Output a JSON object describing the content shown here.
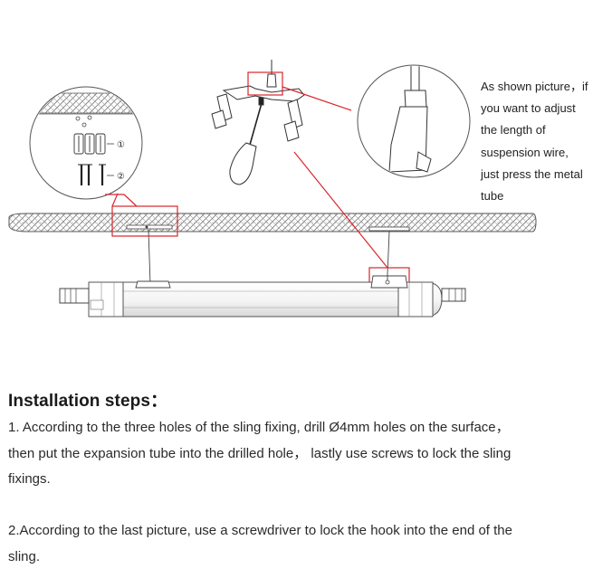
{
  "note": {
    "lines": [
      "As shown picture，if",
      "you want to adjust",
      "the length of",
      "suspension wire,",
      "just press the metal",
      "tube"
    ]
  },
  "callout_markers": [
    "①",
    "②"
  ],
  "installation": {
    "title": "Installation steps：",
    "step1_lines": [
      "1. According to the three holes of the sling fixing, drill Ø4mm holes on the surface，",
      "then put the expansion tube into the drilled hole，  lastly use screws to lock the sling",
      "fixings."
    ],
    "step2_lines": [
      "2.According to the last picture, use a screwdriver to lock the hook into the end of the",
      "sling."
    ]
  },
  "colors": {
    "callout_red": "#d9262c",
    "line_gray": "#555555",
    "ceiling_hatch": "#8a8a8a"
  }
}
